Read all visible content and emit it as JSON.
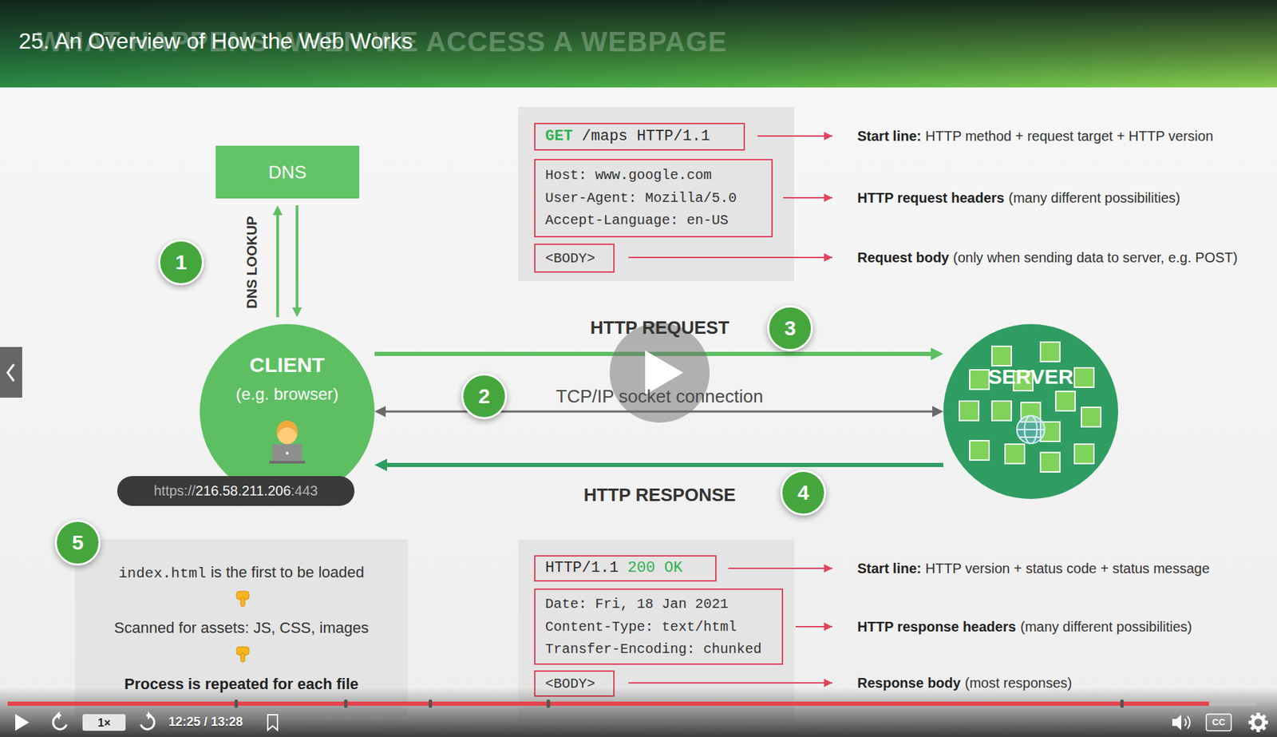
{
  "diagram": {
    "title": "25. An Overview of How the Web Works",
    "nodes": [
      {
        "text": [
          "DNS"
        ]
      },
      {
        "text": [
          "GET",
          "/maps HTTP/1.1"
        ]
      },
      {
        "text": [
          "Host: www.google.com",
          "User-Agent: Mozilla/5.0",
          "Accept-Language: en-US"
        ]
      },
      {
        "text": [
          "<BODY>"
        ]
      },
      {
        "text": [
          "CLIENT",
          "(e.g. browser)"
        ]
      },
      {
        "text": [
          "SERVER"
        ]
      },
      {
        "text": [
          "https://",
          "216.58.211.206",
          ":443"
        ]
      },
      {
        "text": [
          "index.html",
          "is the first to be loaded",
          "Scanned for assets: JS, CSS, images",
          "Process is repeated for each file"
        ]
      },
      {
        "text": [
          "HTTP/1.1",
          "200 OK"
        ]
      },
      {
        "text": [
          "Date: Fri, 18 Jan 2021",
          "Content-Type: text/html",
          "Transfer-Encoding: chunked"
        ]
      },
      {
        "text": [
          "<BODY>"
        ]
      }
    ],
    "edges": [
      {
        "from": 4,
        "to": 0,
        "arrow": "to",
        "label": "DNS LOOKUP"
      },
      {
        "from": 0,
        "to": 4,
        "arrow": "to"
      },
      {
        "from": 4,
        "to": 5,
        "arrow": "to",
        "label": "HTTP REQUEST"
      },
      {
        "from": 4,
        "to": 5,
        "arrow": "both",
        "label": "TCP/IP socket connection"
      },
      {
        "from": 5,
        "to": 4,
        "arrow": "to",
        "label": "HTTP RESPONSE"
      }
    ],
    "labels": [
      "WHAT HAPPENS WHEN WE ACCESS A WEBPAGE",
      "1",
      "2",
      "3",
      "4",
      "5",
      "Start line:",
      "HTTP method + request target + HTTP version",
      "HTTP request headers",
      "(many different possibilities)",
      "Request body",
      "(only when sending data to server, e.g. POST)",
      "Start line:",
      "HTTP version + status code + status message",
      "HTTP response headers",
      "(many different possibilities)",
      "Response body",
      "(most responses)",
      "1×",
      "12:25 / 13:28",
      "CC"
    ]
  }
}
